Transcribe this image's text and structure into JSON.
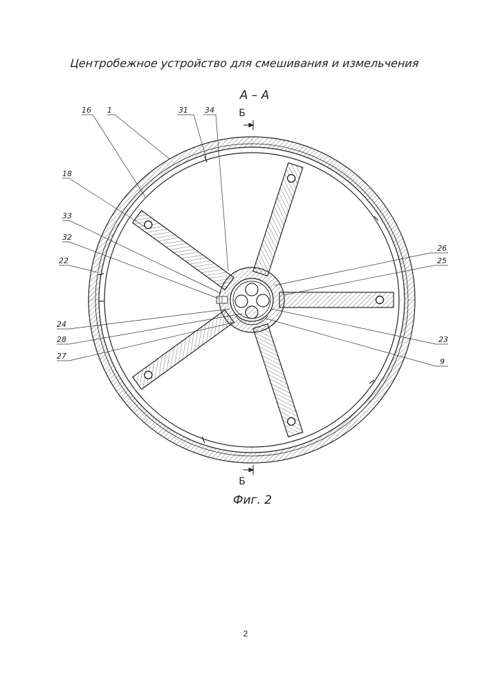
{
  "title": "Центробежное устройство для смешивания и измельчения",
  "section_title": "А – А",
  "figure_caption": "Фиг. 2",
  "page_number": "2",
  "cut_marks": {
    "top": "Б",
    "bottom": "Б"
  },
  "callouts": [
    "16",
    "1",
    "31",
    "34",
    "18",
    "33",
    "32",
    "22",
    "26",
    "25",
    "24",
    "28",
    "27",
    "23",
    "9"
  ],
  "colors": {
    "line": "#222222",
    "background": "#ffffff"
  }
}
